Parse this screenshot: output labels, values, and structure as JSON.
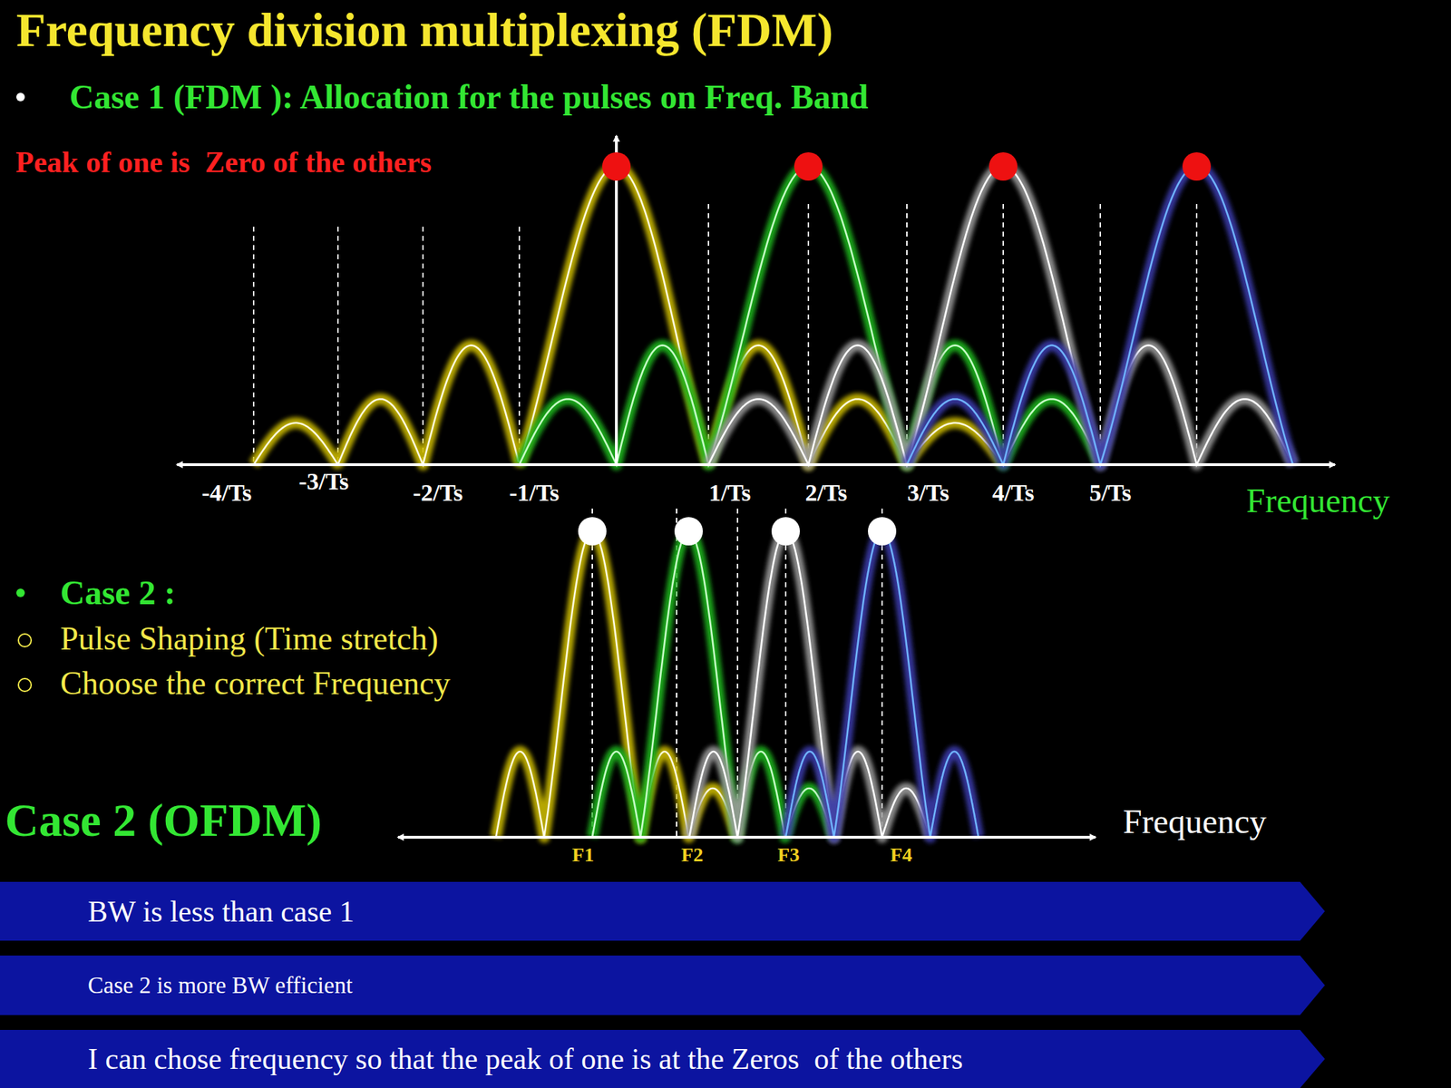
{
  "diagram": {
    "title": "Frequency division multiplexing (FDM)",
    "nodes": [
      {
        "text": [
          "BW is less than case 1"
        ]
      },
      {
        "text": [
          "Case 2 is more BW efficient"
        ]
      },
      {
        "text": [
          "I can chose frequency so that the peak of one is at the Zeros  of the others"
        ]
      }
    ],
    "labels": [
      "Case 1 (FDM ): Allocation for the pulses on Freq. Band",
      "Peak of one is  Zero of the others",
      "-4/Ts",
      "-3/Ts",
      "-2/Ts",
      "-1/Ts",
      "1/Ts",
      "2/Ts",
      "3/Ts",
      "4/Ts",
      "5/Ts",
      "Frequency",
      "Case 2 :",
      "Pulse Shaping (Time stretch)",
      "Choose the correct Frequency",
      "Case 2 (OFDM)",
      "F1",
      "F2",
      "F3",
      "F4",
      "Frequency"
    ]
  }
}
